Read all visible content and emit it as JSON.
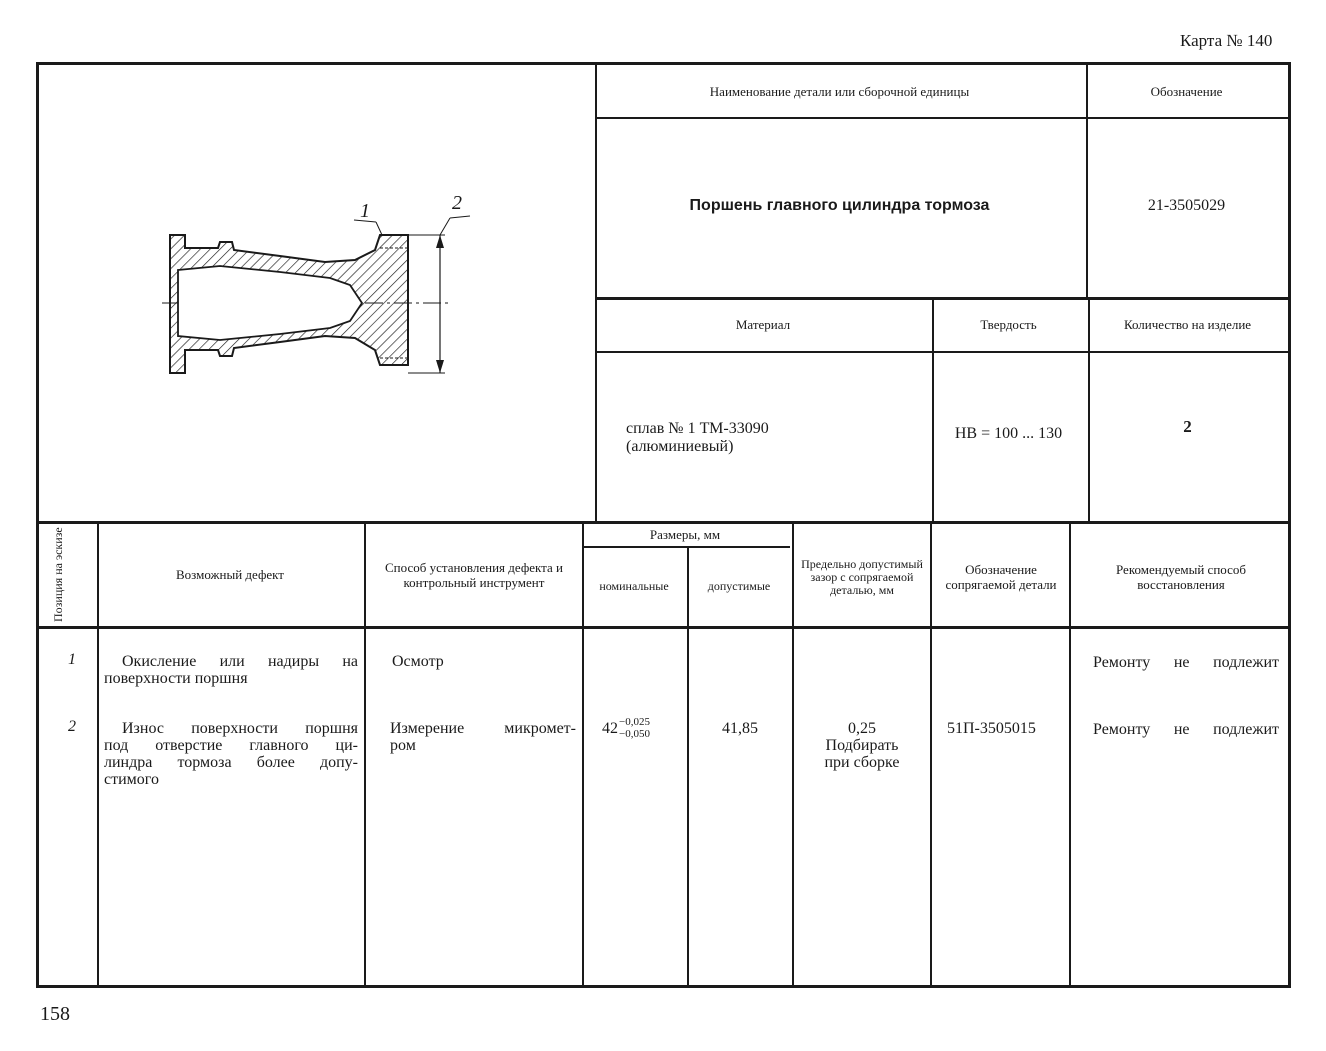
{
  "card_label": "Карта № 140",
  "page_number": "158",
  "header": {
    "part_name_label": "Наименование детали или сборочной единицы",
    "designation_label": "Обозначение",
    "part_name": "Поршень главного цилиндра тормоза",
    "designation": "21-3505029",
    "material_label": "Материал",
    "hardness_label": "Твердость",
    "quantity_label": "Количество на изделие",
    "material_line1": "сплав № 1 ТМ-33090",
    "material_line2": "(алюминиевый)",
    "hardness": "HB = 100 ... 130",
    "quantity": "2"
  },
  "sketch": {
    "callout_1": "1",
    "callout_2": "2"
  },
  "table": {
    "col_position": "Позиция на эскизе",
    "col_defect": "Возможный дефект",
    "col_method": "Способ установления дефекта и контрольный инструмент",
    "col_sizes": "Размеры, мм",
    "col_nominal": "номинальные",
    "col_allowed": "допустимые",
    "col_limit": "Предельно допустимый зазор с сопрягаемой деталью, мм",
    "col_mating": "Обозначение сопрягаемой детали",
    "col_repair": "Рекомендуемый способ восстановления",
    "rows": [
      {
        "pos": "1",
        "defect_l1": "Окисление или надиры на",
        "defect_l2": "поверхности поршня",
        "method": "Осмотр",
        "nominal_base": "",
        "nominal_upper": "",
        "nominal_lower": "",
        "allowed": "",
        "limit_l1": "",
        "limit_l2": "",
        "limit_l3": "",
        "mating": "",
        "repair": "Ремонту не подлежит"
      },
      {
        "pos": "2",
        "defect_l1": "Износ поверхности поршня",
        "defect_l2": "под отверстие главного ци-",
        "defect_l3": "линдра тормоза более допу-",
        "defect_l4": "стимого",
        "method_l1": "Измерение микромет-",
        "method_l2": "ром",
        "nominal_base": "42",
        "nominal_upper": "−0,025",
        "nominal_lower": "−0,050",
        "allowed": "41,85",
        "limit_l1": "0,25",
        "limit_l2": "Подбирать",
        "limit_l3": "при сборке",
        "mating": "51П-3505015",
        "repair": "Ремонту не подлежит"
      }
    ]
  }
}
